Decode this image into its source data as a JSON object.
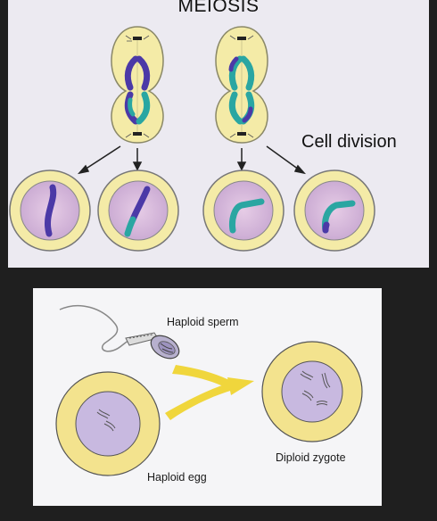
{
  "top": {
    "title": "MEIOSIS",
    "division_label": "Cell division"
  },
  "bottom": {
    "sperm_label": "Haploid sperm",
    "egg_label": "Haploid egg",
    "zygote_label": "Diploid zygote"
  },
  "colors": {
    "cell_yellow": "#f5ecab",
    "cell_outline": "#8a8a6a",
    "nucleus_purple": "#d9c0dc",
    "chromosome_purple": "#4c3aa8",
    "chromosome_teal": "#2aa6a2",
    "bottom_yellow": "#f3e38e",
    "bottom_nucleus": "#c7b8df",
    "arrow_yellow": "#f0d63c"
  }
}
